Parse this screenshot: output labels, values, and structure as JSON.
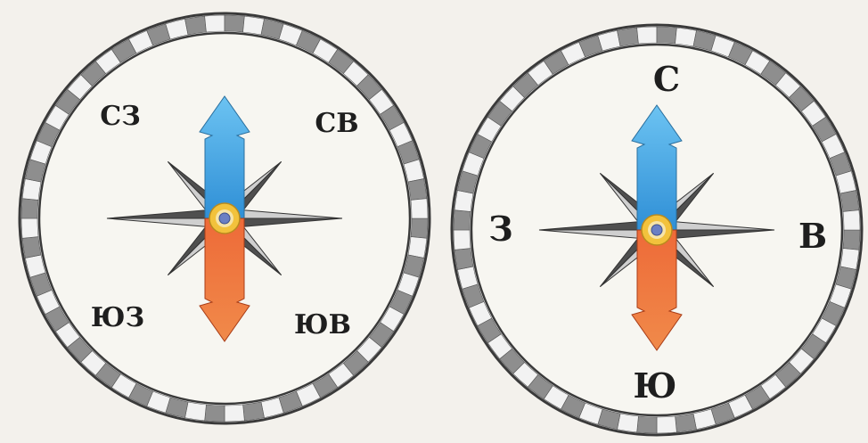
{
  "compass_left": {
    "labels": {
      "nw": "СЗ",
      "ne": "СВ",
      "sw": "ЮЗ",
      "se": "ЮВ"
    }
  },
  "compass_right": {
    "labels": {
      "n": "С",
      "w": "З",
      "e": "В",
      "s": "Ю"
    }
  },
  "colors": {
    "background": "#f3f1ec",
    "dial_face": "#f7f6f1",
    "ring_dark": "#8e8e8e",
    "ring_light": "#f2f2f2",
    "needle_north": "#3aa0e0",
    "needle_south": "#e5582b",
    "hub_outer": "#f2c23c",
    "hub_inner": "#6a7fc4",
    "star_dark": "#4f4f4f",
    "star_light": "#cfcfcf"
  },
  "icons": [
    "compass-rose-icon",
    "magnetic-needle-icon"
  ]
}
